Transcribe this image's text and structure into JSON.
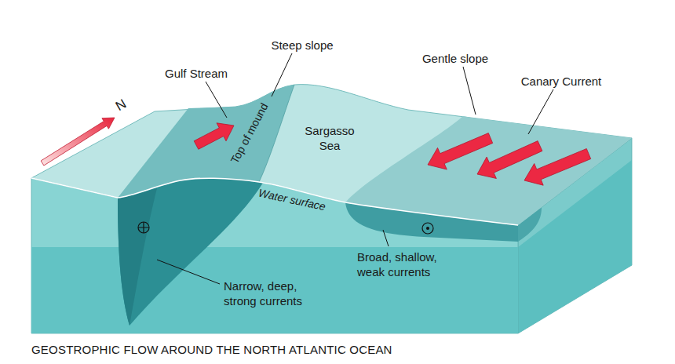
{
  "diagram": {
    "caption": "GEOSTROPHIC FLOW AROUND THE NORTH ATLANTIC OCEAN",
    "labels": [
      "Steep slope",
      "Gulf Stream",
      "Gentle slope",
      "Canary Current",
      "Sargasso Sea",
      "Top of mound",
      "Water surface",
      "N",
      "Broad, shallow, weak currents",
      "Narrow, deep, strong currents"
    ]
  }
}
